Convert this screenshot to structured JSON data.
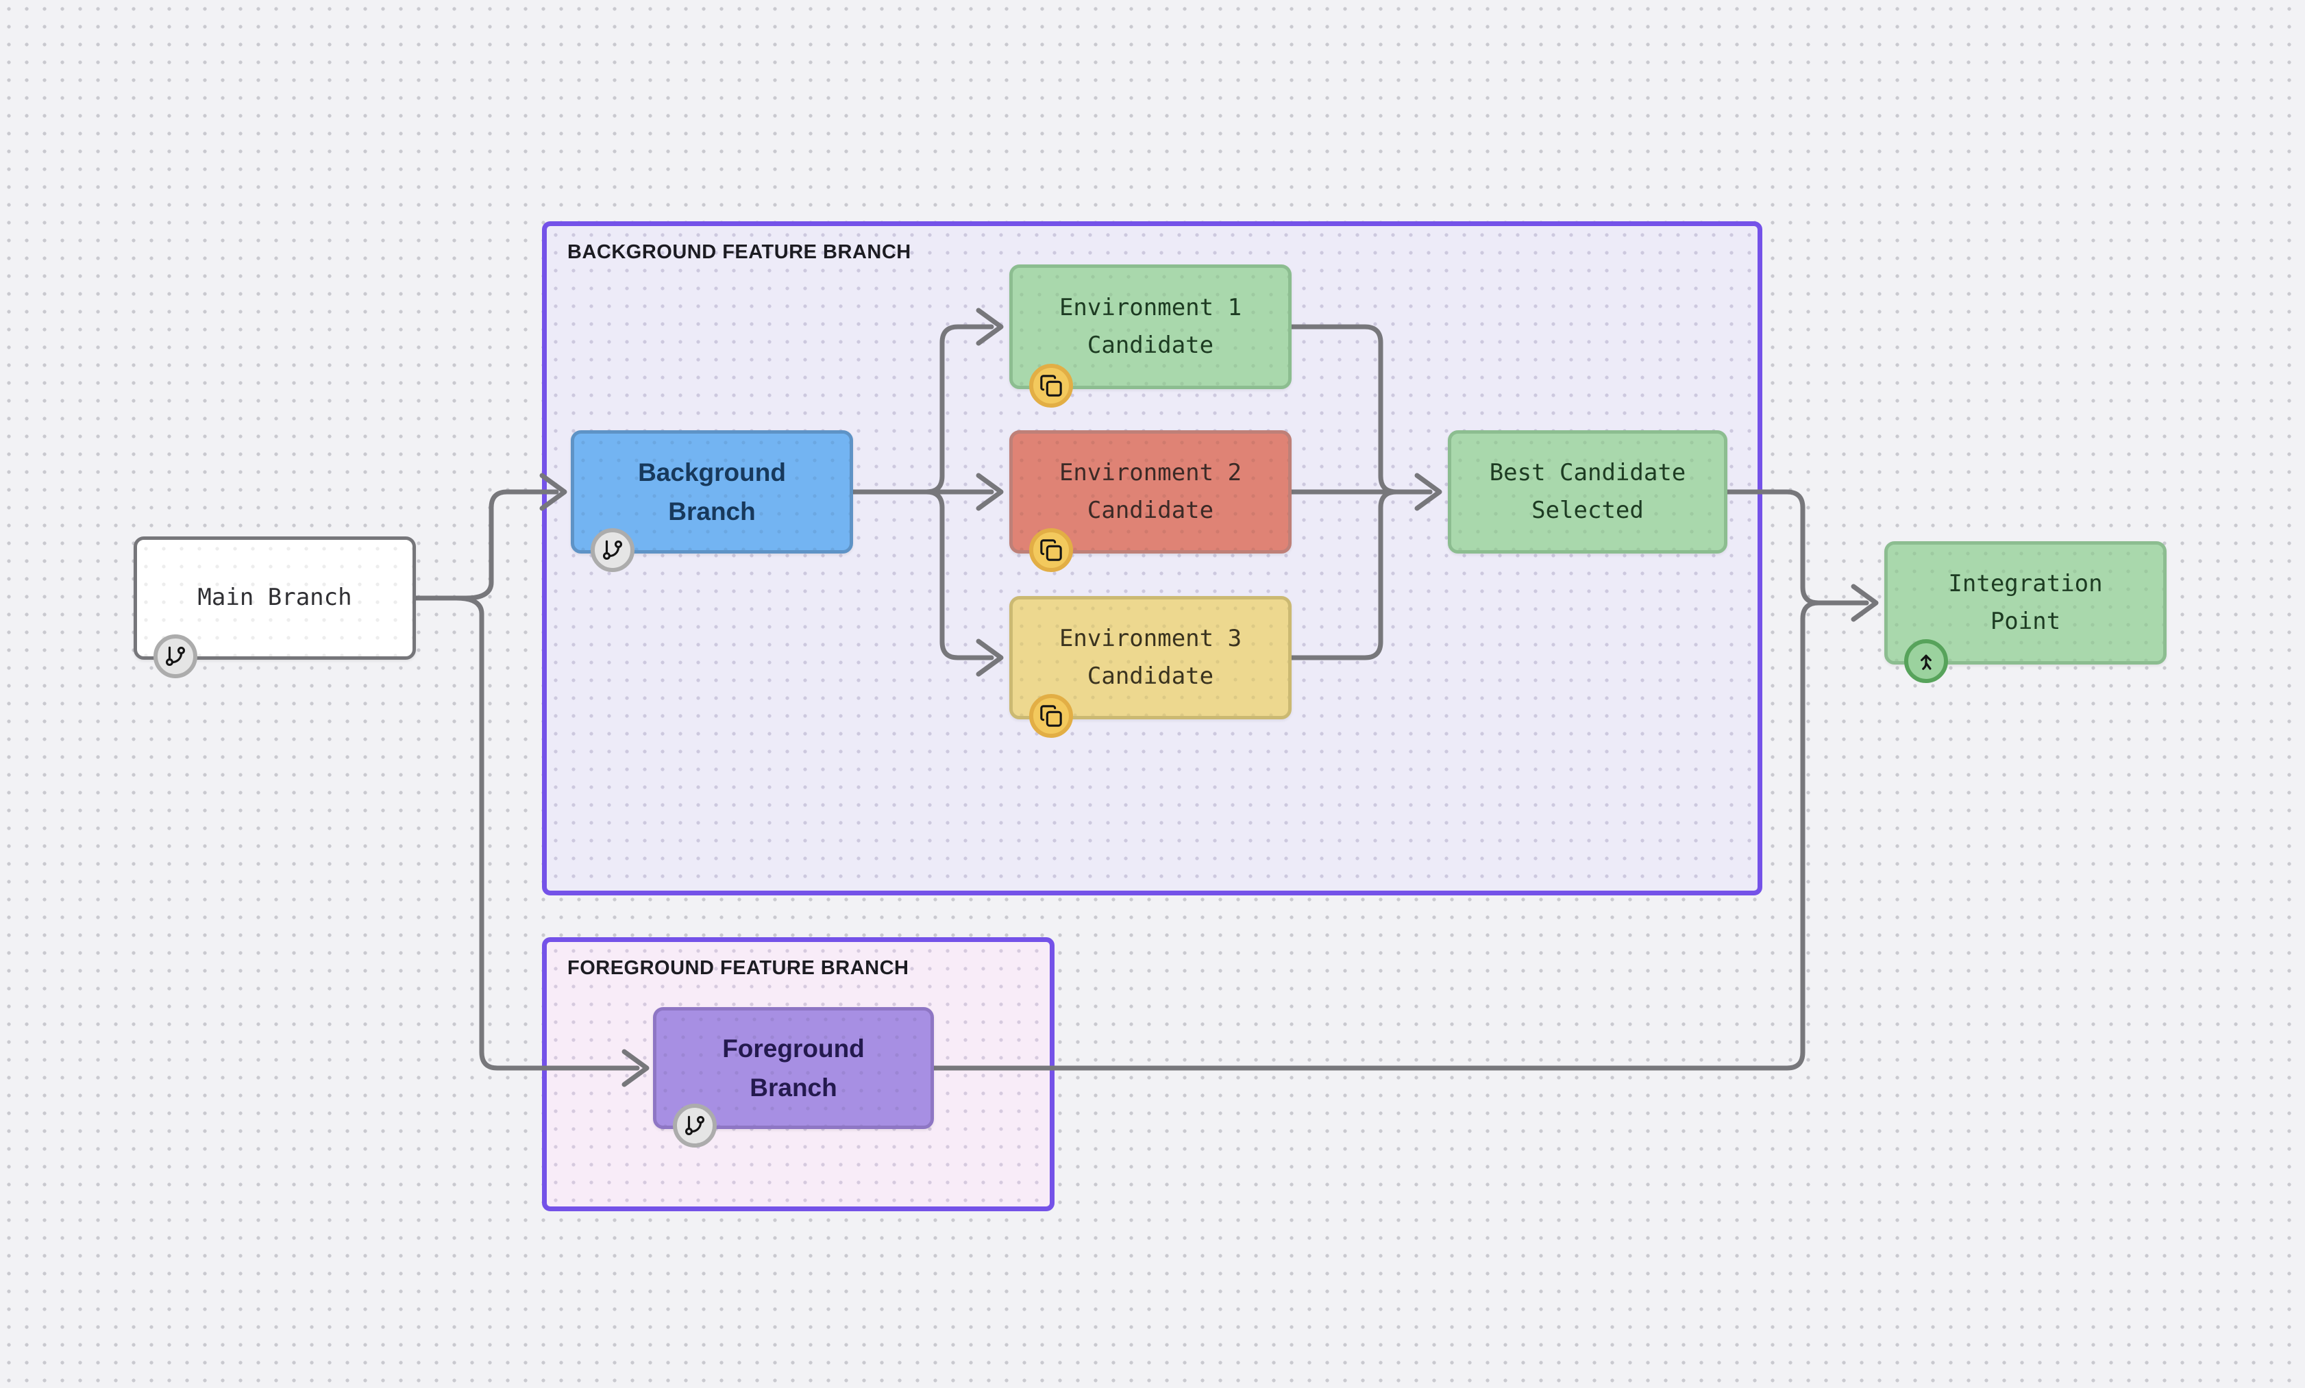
{
  "canvas": {
    "background_color": "#F2F2F5",
    "dot_color": "#C9C9CF",
    "edge_color": "#77777B"
  },
  "containers": {
    "background": {
      "label": "BACKGROUND FEATURE BRANCH",
      "fill": "#EDEBF8",
      "border_color": "#7452E8"
    },
    "foreground": {
      "label": "FOREGROUND FEATURE BRANCH",
      "fill": "#F8ECF8",
      "border_color": "#7452E8"
    }
  },
  "nodes": {
    "main": {
      "label": "Main Branch",
      "fill": "#FFFFFF",
      "border": "#76767A",
      "text_color": "#2F2F33",
      "badge": "git-branch"
    },
    "background_branch": {
      "label": "Background\nBranch",
      "fill": "#73B4F2",
      "border": "#5E93C6",
      "text_color": "#17395C",
      "badge": "git-branch"
    },
    "env1": {
      "label": "Environment 1\nCandidate",
      "fill": "#A9D8AC",
      "border": "#8CBD90",
      "text_color": "#1D3B22",
      "badge": "copy"
    },
    "env2": {
      "label": "Environment 2\nCandidate",
      "fill": "#DF8375",
      "border": "#BE8078",
      "text_color": "#3B2A26",
      "badge": "copy"
    },
    "env3": {
      "label": "Environment 3\nCandidate",
      "fill": "#EDD88F",
      "border": "#CBB972",
      "text_color": "#3A331F",
      "badge": "copy"
    },
    "best": {
      "label": "Best Candidate\nSelected",
      "fill": "#A9D8AC",
      "border": "#8CBD90",
      "text_color": "#1D3B22",
      "badge": null
    },
    "integration": {
      "label": "Integration\nPoint",
      "fill": "#A9D8AC",
      "border": "#8CBD90",
      "text_color": "#1D3B22",
      "badge": "git-merge"
    },
    "foreground_branch": {
      "label": "Foreground\nBranch",
      "fill": "#A78FE3",
      "border": "#8E76C4",
      "text_color": "#241A4E",
      "badge": "git-branch"
    }
  },
  "badges": {
    "gray": {
      "fill": "#E5E5E5",
      "ring": "#ACACAC",
      "icon": "git-branch"
    },
    "yellow": {
      "fill": "#F3C95D",
      "ring": "#E2AE45",
      "icon": "copy"
    },
    "green": {
      "fill": "#9BD29E",
      "ring": "#57A35B",
      "icon": "git-merge"
    }
  }
}
